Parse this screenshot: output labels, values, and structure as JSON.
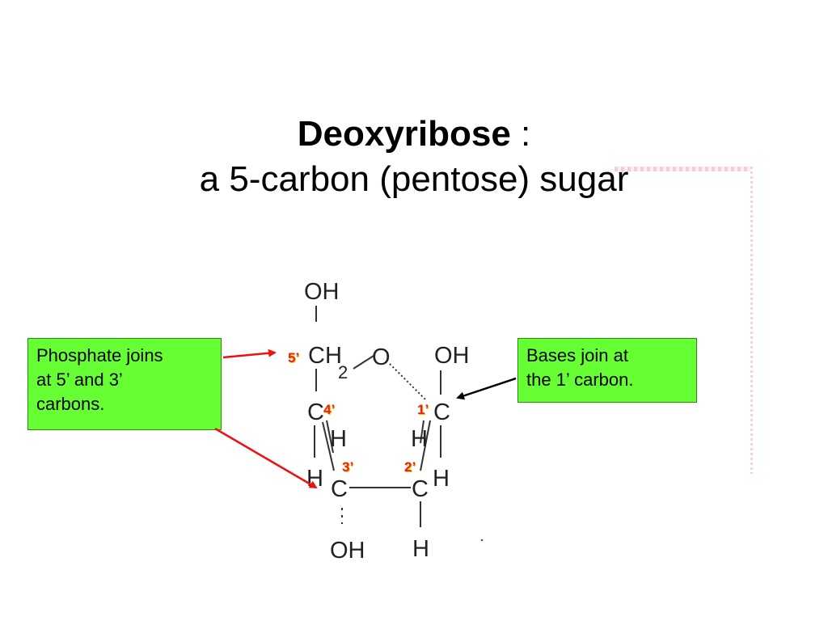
{
  "title": {
    "main_bold": "Deoxyribose",
    "colon": " :",
    "subtitle": "a 5-carbon (pentose) sugar"
  },
  "callouts": {
    "left": [
      "Phosphate joins",
      "at 5’ and 3’",
      "carbons."
    ],
    "right": [
      "Bases join at",
      "the 1’ carbon."
    ]
  },
  "molecule": {
    "atoms": {
      "oh_top": "OH",
      "ch2": "CH",
      "ch2_subscript": "2",
      "ring_oxygen": "O",
      "oh_right": "OH",
      "c4": "C",
      "c1": "C",
      "h_c4_right": "H",
      "h_c1_left": "H",
      "h_c3_left": "H",
      "c3": "C",
      "c2": "C",
      "h_c2_right": "H",
      "oh_bottom": "OH",
      "h_bottom": "H"
    },
    "carbon_numbers": {
      "c5": "5’",
      "c4": "4’",
      "c3": "3’",
      "c2": "2’",
      "c1": "1’"
    }
  },
  "colors": {
    "callout_fill": "#66ff33",
    "arrow_red": "#ee1111",
    "arrow_black": "#000000",
    "carbon_number": "#e8231a",
    "carbon_number_shadow": "#f2c200"
  }
}
